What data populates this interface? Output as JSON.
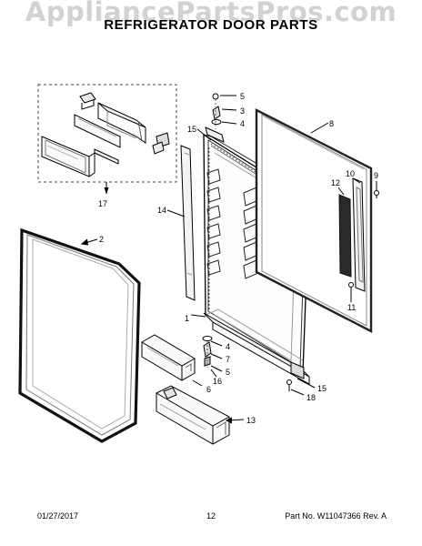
{
  "watermark": "AppliancePartsPros.com",
  "title": "REFRIGERATOR DOOR PARTS",
  "callouts": [
    "1",
    "2",
    "3",
    "4",
    "5",
    "6",
    "7",
    "8",
    "9",
    "10",
    "11",
    "12",
    "13",
    "14",
    "15",
    "16",
    "17",
    "18"
  ],
  "footer": {
    "date": "01/27/2017",
    "page": "12",
    "part_number": "Part No. W11047366  Rev. A"
  }
}
